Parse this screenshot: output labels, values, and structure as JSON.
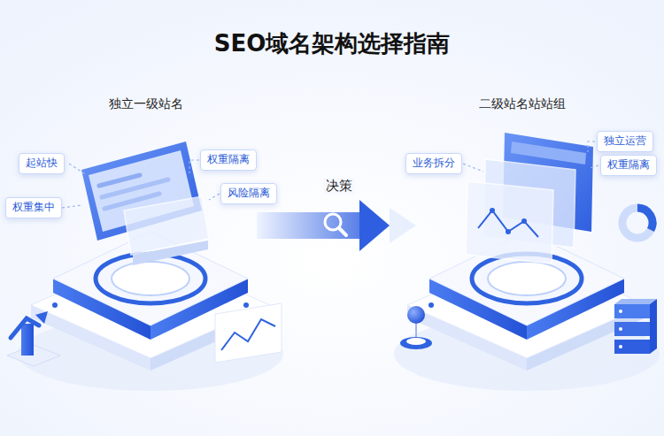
{
  "diagram": {
    "title": "SEO域名架构选择指南",
    "nodes": [
      {
        "text": [
          "独立一级站名"
        ]
      },
      {
        "text": [
          "起站快"
        ]
      },
      {
        "text": [
          "权重隔离"
        ]
      },
      {
        "text": [
          "风险隔离"
        ]
      },
      {
        "text": [
          "权重集中"
        ]
      },
      {
        "text": [
          "二级站名站站组"
        ]
      },
      {
        "text": [
          "独立运营"
        ]
      },
      {
        "text": [
          "业务拆分"
        ]
      },
      {
        "text": [
          "权重隔离"
        ]
      }
    ],
    "edges": [
      {
        "from": 0,
        "to": 5,
        "label": "决策",
        "arrow": "to"
      }
    ]
  }
}
